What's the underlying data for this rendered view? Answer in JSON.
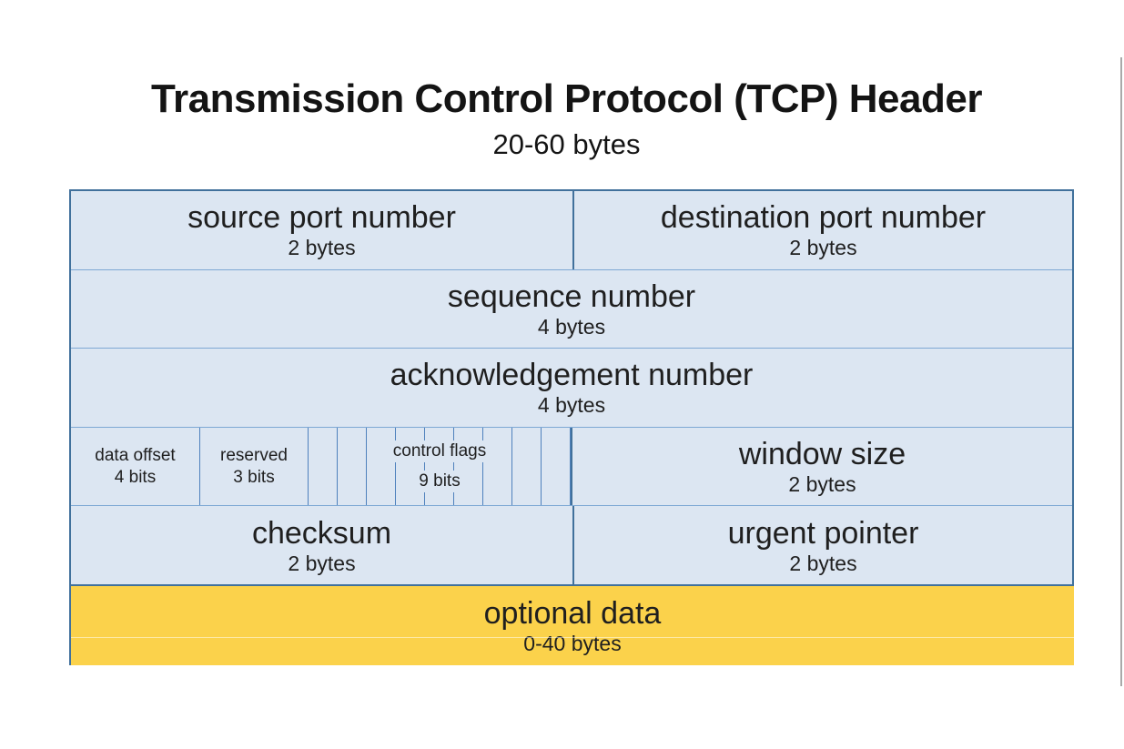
{
  "title": "Transmission Control Protocol (TCP) Header",
  "subtitle": "20-60 bytes",
  "colors": {
    "cell_fill": "#dce6f2",
    "cell_border": "#41719c",
    "bit_divider": "#4f81bd",
    "options_fill": "#fbd24b",
    "text": "#1f1f1f"
  },
  "fields": {
    "source_port": {
      "label": "source port number",
      "size": "2 bytes"
    },
    "destination_port": {
      "label": "destination port number",
      "size": "2 bytes"
    },
    "sequence_number": {
      "label": "sequence number",
      "size": "4 bytes"
    },
    "acknowledgement_number": {
      "label": "acknowledgement number",
      "size": "4 bytes"
    },
    "data_offset": {
      "label": "data offset",
      "size": "4 bits"
    },
    "reserved": {
      "label": "reserved",
      "size": "3 bits"
    },
    "control_flags": {
      "label": "control flags",
      "size": "9 bits"
    },
    "window_size": {
      "label": "window size",
      "size": "2 bytes"
    },
    "checksum": {
      "label": "checksum",
      "size": "2 bytes"
    },
    "urgent_pointer": {
      "label": "urgent pointer",
      "size": "2 bytes"
    },
    "optional_data": {
      "label": "optional data",
      "size": "0-40 bytes"
    }
  }
}
